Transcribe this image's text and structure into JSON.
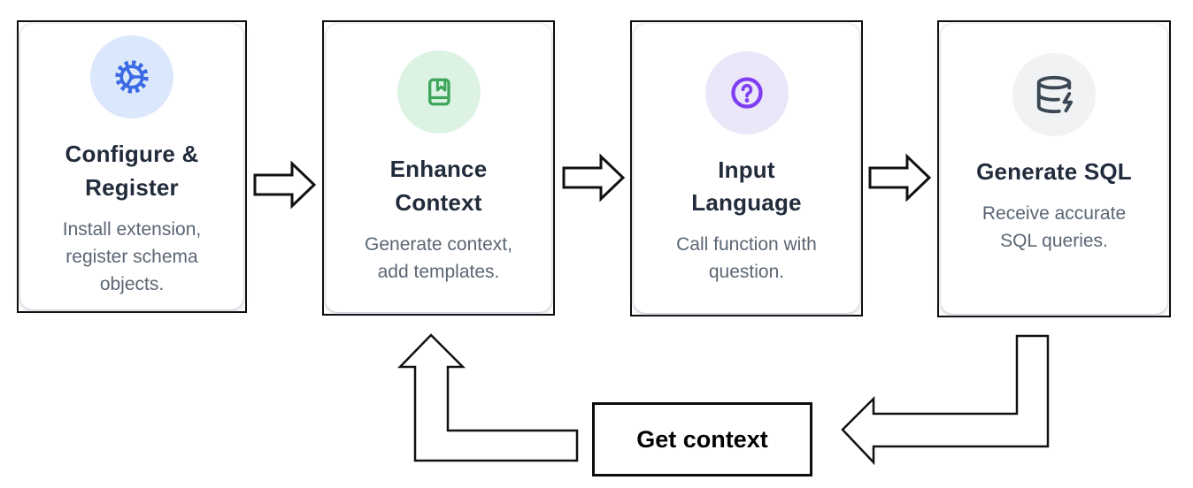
{
  "diagram": {
    "background_color": "#ffffff",
    "text_colors": {
      "title": "#212b3b",
      "description": "#5b6674"
    },
    "outline_color": "#111111",
    "cards": [
      {
        "title": "Configure &\nRegister",
        "description": "Install extension,\nregister schema\nobjects.",
        "icon": "gear-icon",
        "icon_color": "#3b6be4",
        "icon_bg": "#dbe8fb"
      },
      {
        "title": "Enhance\nContext",
        "description": "Generate context,\nadd templates.",
        "icon": "book-bookmark-icon",
        "icon_color": "#3da55a",
        "icon_bg": "#dcf3e4"
      },
      {
        "title": "Input\nLanguage",
        "description": "Call function with\nquestion.",
        "icon": "question-circle-icon",
        "icon_color": "#7e3ff2",
        "icon_bg": "#ece6f9"
      },
      {
        "title": "Generate SQL",
        "description": "Receive accurate\nSQL queries.",
        "icon": "database-zap-icon",
        "icon_color": "#3b4754",
        "icon_bg": "#f1f2f4"
      }
    ],
    "arrows": [
      "arrow-step1-to-step2",
      "arrow-step2-to-step3",
      "arrow-step3-to-step4",
      "feedback-arrow-from-generate-sql",
      "feedback-arrow-to-enhance-context"
    ],
    "loop_label": "Get context"
  }
}
